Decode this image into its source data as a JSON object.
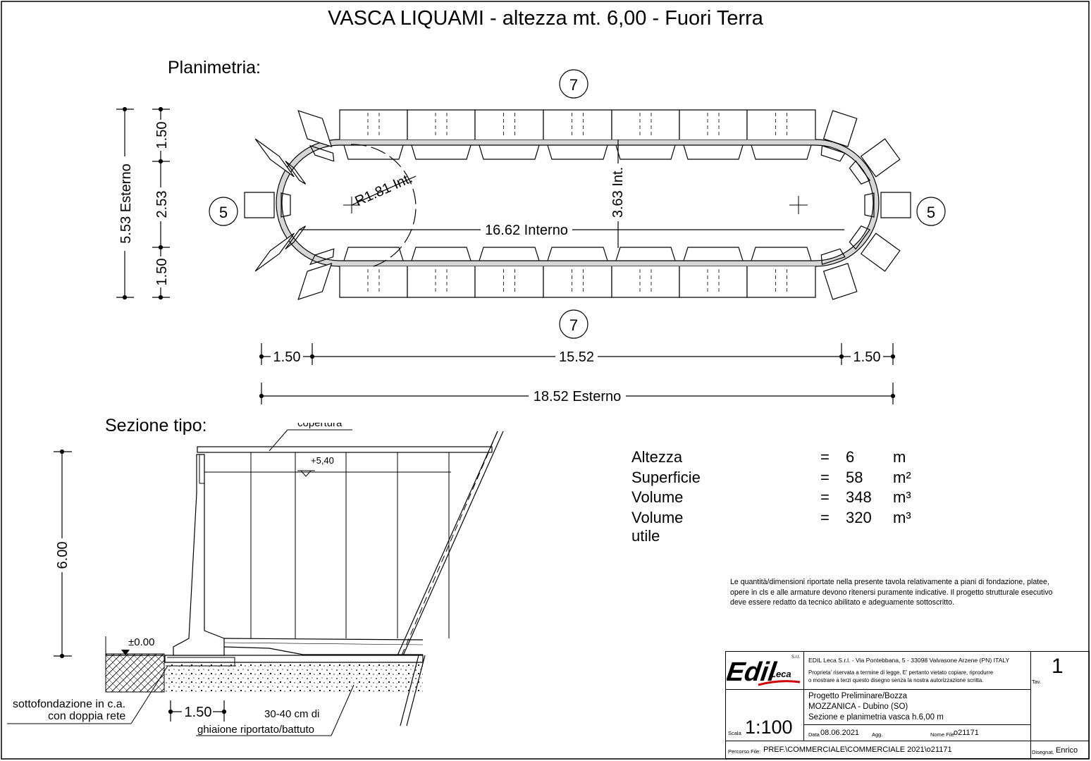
{
  "title": "VASCA LIQUAMI - altezza mt. 6,00 - Fuori Terra",
  "plan": {
    "label": "Planimetria:",
    "ref_top": "7",
    "ref_bottom": "7",
    "ref_left": "5",
    "ref_right": "5",
    "dim_left_total": "5.53 Esterno",
    "dim_left_top": "1.50",
    "dim_left_mid": "2.53",
    "dim_left_bottom": "1.50",
    "radius": "R1.81 Int.",
    "inner_width": "3.63 Int.",
    "inner_length": "16.62 Interno",
    "dim_bottom_left": "1.50",
    "dim_bottom_mid": "15.52",
    "dim_bottom_right": "1.50",
    "dim_bottom_total": "18.52 Esterno"
  },
  "section": {
    "label": "Sezione tipo:",
    "cover_label": "copertura",
    "level_top": "+5,40",
    "level_ground": "±0.00",
    "height_dim": "6.00",
    "base_dim": "1.50",
    "foundation_line1": "sottofondazione in c.a.",
    "foundation_line2": "con doppia rete",
    "gravel_line1": "30-40 cm di",
    "gravel_line2": "ghiaione riportato/battuto"
  },
  "specs": [
    {
      "label": "Altezza",
      "eq": "=",
      "value": "6",
      "unit": "m"
    },
    {
      "label": "Superficie",
      "eq": "=",
      "value": "58",
      "unit": "m²"
    },
    {
      "label": "Volume",
      "eq": "=",
      "value": "348",
      "unit": "m³"
    },
    {
      "label": "Volume utile",
      "eq": "=",
      "value": "320",
      "unit": "m³"
    }
  ],
  "disclaimer": "Le quantità/dimensioni riportate nella presente tavola relativamente a piani di fondazione, platee, opere in cls e alle armature devono ritenersi puramente indicative. Il progetto strutturale esecutivo deve essere redatto da tecnico abilitato e adeguamente sottoscritto.",
  "title_block": {
    "logo": "Edil Leca",
    "logo_mark": "S.r.l.",
    "company": "EDIL Leca S.r.l. - Via Pontebbana, 5 - 33098 Valvasone Arzene (PN) ITALY",
    "rights_line1": "Proprieta' riservata a termine di legge. E' pertanto vietato copiare, riprodurre",
    "rights_line2": "o mostrare a terzi questo disegno senza la nostra autorizzazione scritta.",
    "sheet_number": "1",
    "sheet_label": "Tav.",
    "project_line1": "Progetto Preliminare/Bozza",
    "project_line2": "MOZZANICA - Dubino (SO)",
    "project_line3": "Sezione e planimetria vasca h.6,00 m",
    "scale_label": "Scala",
    "scale": "1:100",
    "date_label": "Data",
    "date": "08.06.2021",
    "agg_label": "Agg.",
    "file_label": "Nome File",
    "file": "o21171",
    "path_label": "Percorso File:",
    "path": "PREF.\\COMMERCIALE\\COMMERCIALE 2021\\o21171",
    "drawn_label": "Disegnat.",
    "drawn": "Enrico"
  }
}
